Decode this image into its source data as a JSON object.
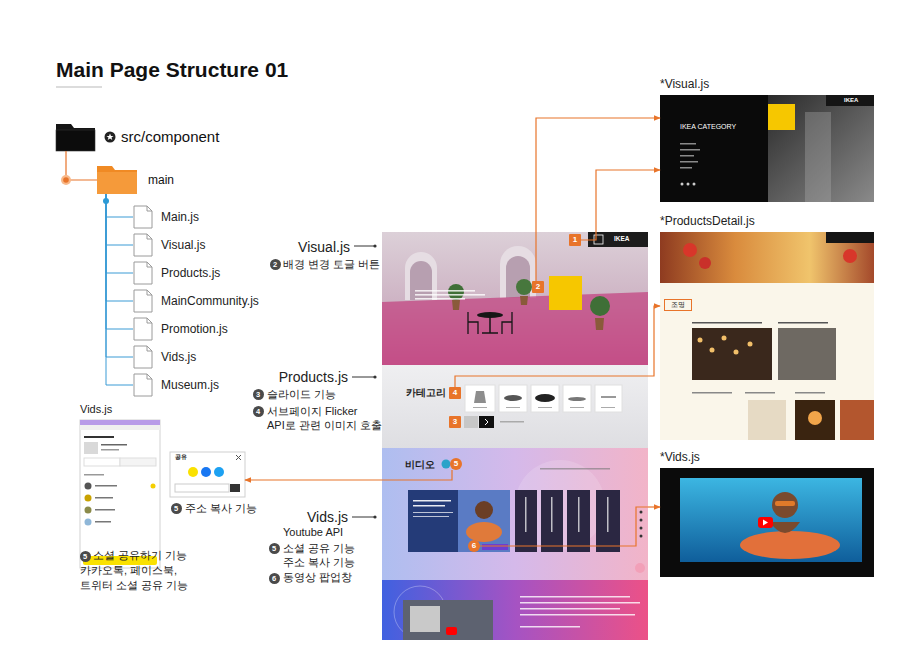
{
  "diagram": {
    "title": "Main Page Structure 01",
    "nodes": [
      {
        "text": [
          "src/component"
        ]
      },
      {
        "text": [
          "main"
        ]
      },
      {
        "text": [
          "Main.js"
        ]
      },
      {
        "text": [
          "Visual.js"
        ]
      },
      {
        "text": [
          "Products.js"
        ]
      },
      {
        "text": [
          "MainCommunity.js"
        ]
      },
      {
        "text": [
          "Promotion.js"
        ]
      },
      {
        "text": [
          "Vids.js"
        ]
      },
      {
        "text": [
          "Museum.js"
        ]
      },
      {
        "text": [
          "IKEA"
        ]
      },
      {
        "text": [
          "카테고리"
        ]
      },
      {
        "text": [
          "비디오"
        ]
      },
      {
        "text": [
          "*Visual.js",
          "IKEA CATEGORY",
          "IKEA"
        ]
      },
      {
        "text": [
          "*ProductsDetail.js",
          "조명"
        ]
      },
      {
        "text": [
          "*Vids.js"
        ]
      },
      {
        "text": [
          "Vids.js"
        ]
      },
      {
        "text": [
          "공유"
        ]
      }
    ],
    "edges": [
      {
        "from": 0,
        "to": 1,
        "arrow": "none"
      },
      {
        "from": 1,
        "to": 2,
        "arrow": "none"
      },
      {
        "from": 1,
        "to": 3,
        "arrow": "none"
      },
      {
        "from": 1,
        "to": 4,
        "arrow": "none"
      },
      {
        "from": 1,
        "to": 5,
        "arrow": "none"
      },
      {
        "from": 1,
        "to": 6,
        "arrow": "none"
      },
      {
        "from": 1,
        "to": 7,
        "arrow": "none"
      },
      {
        "from": 1,
        "to": 8,
        "arrow": "none"
      },
      {
        "from": 9,
        "to": 12,
        "arrow": "to"
      },
      {
        "from": 9,
        "to": 12,
        "arrow": "to"
      },
      {
        "from": 10,
        "to": 13,
        "arrow": "to"
      },
      {
        "from": 11,
        "to": 16,
        "arrow": "to"
      },
      {
        "from": 11,
        "to": 14,
        "arrow": "to"
      }
    ],
    "labels": [
      "Visual.js",
      "2",
      "배경 변경 토글 버튼",
      "Products.js",
      "3",
      "슬라이드 기능",
      "4",
      "서브페이지 Flicker API로 관련 이미지 호출",
      "Vids.js",
      "Youtube API",
      "5",
      "소셜 공유 기능 주소 복사 기능",
      "6",
      "동영상 팝업창",
      "5",
      "주소 복사 기능",
      "5",
      "소셜 공유하기 기능 카카오톡, 페이스북, 트위터 소셜 공유 기능",
      "1",
      "2",
      "4",
      "3",
      "5",
      "6"
    ]
  }
}
